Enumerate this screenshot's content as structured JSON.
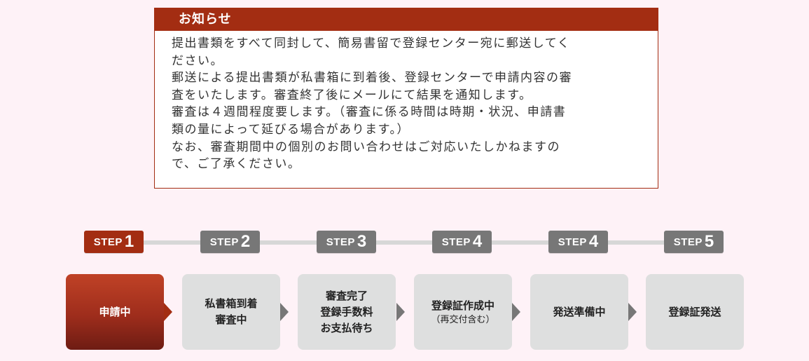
{
  "notice": {
    "title": "お知らせ",
    "lines": [
      "提出書類をすべて同封して、簡易書留で登録センター宛に郵送してく",
      "ださい。",
      "郵送による提出書類が私書箱に到着後、登録センターで申請内容の審",
      "査をいたします。審査終了後にメールにて結果を通知します。",
      "審査は４週間程度要します。（審査に係る時間は時期・状況、申請書",
      "類の量によって延びる場合があります。）",
      "なお、審査期間中の個別のお問い合わせはご対応いたしかねますの",
      "で、ご了承ください。"
    ]
  },
  "steps": [
    {
      "word": "STEP",
      "num": "1",
      "active": true,
      "lines": [
        "申請中"
      ],
      "sub": ""
    },
    {
      "word": "STEP",
      "num": "2",
      "active": false,
      "lines": [
        "私書箱到着",
        "審査中"
      ],
      "sub": ""
    },
    {
      "word": "STEP",
      "num": "3",
      "active": false,
      "lines": [
        "審査完了",
        "登録手数料",
        "お支払待ち"
      ],
      "sub": ""
    },
    {
      "word": "STEP",
      "num": "4",
      "active": false,
      "lines": [
        "登録証作成中"
      ],
      "sub": "（再交付含む）"
    },
    {
      "word": "STEP",
      "num": "4",
      "active": false,
      "lines": [
        "発送準備中"
      ],
      "sub": ""
    },
    {
      "word": "STEP",
      "num": "5",
      "active": false,
      "lines": [
        "登録証発送"
      ],
      "sub": ""
    }
  ],
  "colors": {
    "accent": "#a32d12",
    "inactive_badge": "#777777",
    "inactive_card": "#dedfdf",
    "background": "#fef2f7"
  }
}
